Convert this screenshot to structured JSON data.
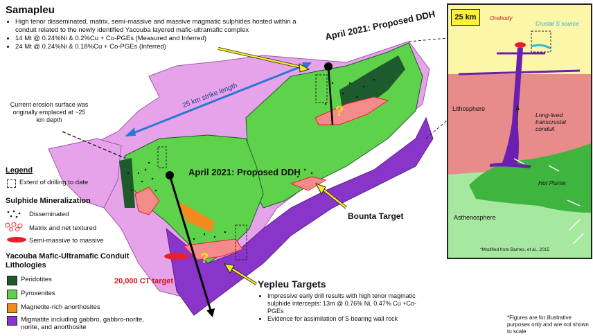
{
  "samapleu": {
    "title": "Samapleu",
    "bullets": [
      "High tenor disseminated, matrix, semi-massive and massive magmatic sulphides hosted within a conduit related to the newly identified Yacouba layered mafic-ultramafic complex",
      "14 Mt @ 0.24%Ni & 0.2%Cu + Co-PGEs (Measured and Inferred)",
      "24 Mt @ 0.24%Ni & 0.18%Cu + Co-PGEs (Inferred)"
    ]
  },
  "labels": {
    "proposed_ddh_top": "April 2021: Proposed DDH",
    "proposed_ddh_mid": "April 2021: Proposed DDH",
    "strike_length": "25 km strike length",
    "erosion_surface": "Current erosion surface was originally emplaced at ~25 km depth",
    "bounta": "Bounta Target",
    "ct_target": "20,000 CT target",
    "question": "?"
  },
  "legend": {
    "heading": "Legend",
    "extent": "Extent of drilling to date",
    "sulphide_heading": "Sulphide Mineralization",
    "disseminated": "Disseminated",
    "matrix": "Matrix and net textured",
    "semi_massive": "Semi-massive to massive",
    "litho_heading": "Yacouba Mafic-Ultramafic Conduit Lithologies",
    "peridotites": "Peridotites",
    "pyroxenites": "Pyroxenites",
    "anorthosites": "Magnetite-rich anorthosites",
    "migmatite": "Migmatite including gabbro, gabbro-norite, norite, and anorthosite"
  },
  "yepleu": {
    "title": "Yepleu Targets",
    "bullets": [
      "Impressive early drill results with high tenor magmatic sulphide intercepts: 13m @ 0.76% Ni, 0.47% Cu +Co-PGEs",
      "Evidence for assimilation of S bearing wall rock"
    ]
  },
  "inset": {
    "scale": "25 km",
    "orebody": "Orebody",
    "crustal": "Crustal S source",
    "lithosphere": "Lithosphere",
    "conduit": "Long-lived transcrustal conduit",
    "hot_plume": "Hot Plume",
    "asthenosphere": "Asthenosphere",
    "credit": "*Modified from Barnes, et al., 2015"
  },
  "footnote": "*Figures are for illustrative purposes only and are not shown to scale",
  "colors": {
    "peridotite": "#1d5a2c",
    "pyroxenite": "#5ed24a",
    "anorthosite": "#f28a1e",
    "migmatite": "#8a35c9",
    "country_rock": "#e6a3ea",
    "sulphide": "#e8202a"
  }
}
